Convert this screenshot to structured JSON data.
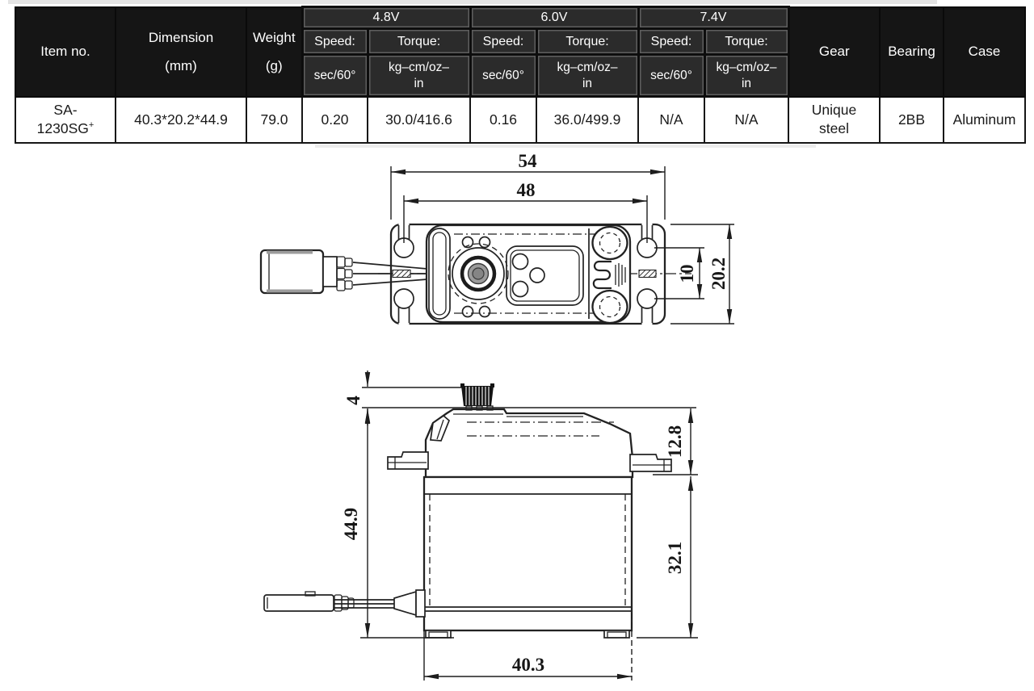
{
  "page": {
    "background": "#ffffff"
  },
  "spec_table": {
    "headers": {
      "item_no": "Item no.",
      "dimension_line1": "Dimension",
      "dimension_line2": "(mm)",
      "weight_line1": "Weight",
      "weight_line2": "(g)",
      "gear": "Gear",
      "bearing": "Bearing",
      "case": "Case",
      "voltage_groups": [
        {
          "voltage": "4.8V",
          "speed_label": "Speed:",
          "speed_unit": "sec/60°",
          "torque_label": "Torque:",
          "torque_unit_line1": "kg–cm/oz–",
          "torque_unit_line2": "in"
        },
        {
          "voltage": "6.0V",
          "speed_label": "Speed:",
          "speed_unit": "sec/60°",
          "torque_label": "Torque:",
          "torque_unit_line1": "kg–cm/oz–",
          "torque_unit_line2": "in"
        },
        {
          "voltage": "7.4V",
          "speed_label": "Speed:",
          "speed_unit": "sec/60°",
          "torque_label": "Torque:",
          "torque_unit_line1": "kg–cm/oz–",
          "torque_unit_line2": "in"
        }
      ]
    },
    "row": {
      "item_no_line1": "SA-",
      "item_no_line2": "1230SG",
      "item_no_suffix": "+",
      "dimension": "40.3*20.2*44.9",
      "weight": "79.0",
      "speed_48v": "0.20",
      "torque_48v": "30.0/416.6",
      "speed_60v": "0.16",
      "torque_60v": "36.0/499.9",
      "speed_74v": "N/A",
      "torque_74v": "N/A",
      "gear_line1": "Unique",
      "gear_line2": "steel",
      "bearing": "2BB",
      "case": "Aluminum"
    }
  },
  "drawings": {
    "top_view": {
      "length_overall_mm": "54",
      "mount_hole_spacing_mm": "48",
      "width_overall_mm": "20.2",
      "slot_spacing_mm": "10"
    },
    "side_view": {
      "spline_height_mm": "4",
      "upper_section_height_mm": "12.8",
      "total_height_mm": "44.9",
      "body_height_mm": "32.1",
      "body_length_mm": "40.3"
    }
  }
}
